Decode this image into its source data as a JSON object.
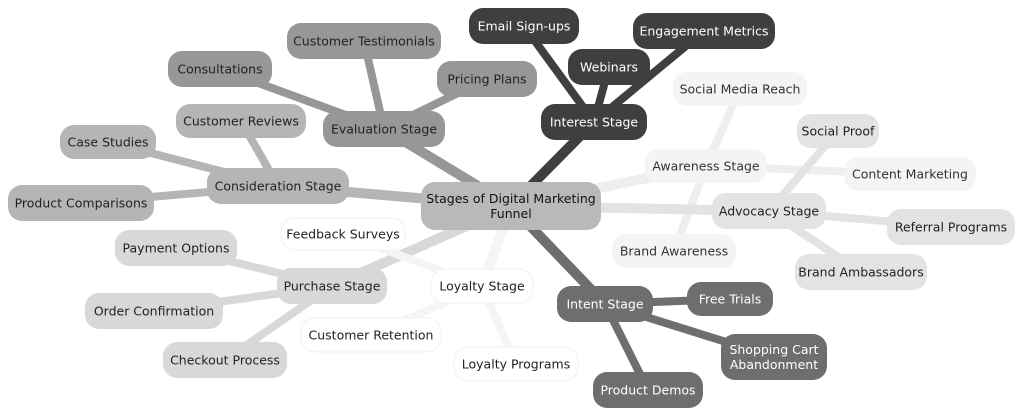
{
  "root": {
    "lines": [
      "Stages of Digital Marketing",
      "Funnel"
    ]
  },
  "branches": [
    {
      "key": "awareness",
      "label": "Awareness Stage",
      "fill": "#f4f4f4",
      "text_color": "#333333",
      "link_color": "#eeeeee",
      "children": [
        {
          "label": "Social Media Reach"
        },
        {
          "label": "Content Marketing"
        },
        {
          "label": "Brand Awareness"
        }
      ]
    },
    {
      "key": "interest",
      "label": "Interest Stage",
      "fill": "#3f3f3f",
      "text_color": "#ffffff",
      "link_color": "#3f3f3f",
      "children": [
        {
          "label": "Email Sign-ups"
        },
        {
          "label": "Webinars"
        },
        {
          "label": "Engagement Metrics"
        }
      ]
    },
    {
      "key": "consideration",
      "label": "Consideration Stage",
      "fill": "#b5b5b5",
      "text_color": "#222222",
      "link_color": "#b5b5b5",
      "children": [
        {
          "label": "Case Studies"
        },
        {
          "label": "Customer Reviews"
        },
        {
          "label": "Product Comparisons"
        }
      ]
    },
    {
      "key": "evaluation",
      "label": "Evaluation Stage",
      "fill": "#979797",
      "text_color": "#222222",
      "link_color": "#979797",
      "children": [
        {
          "label": "Customer Testimonials"
        },
        {
          "label": "Consultations"
        },
        {
          "label": "Pricing Plans"
        }
      ]
    },
    {
      "key": "intent",
      "label": "Intent Stage",
      "fill": "#6e6e6e",
      "text_color": "#ffffff",
      "link_color": "#6e6e6e",
      "children": [
        {
          "label": "Free Trials"
        },
        {
          "label": "Shopping Cart Abandonment"
        },
        {
          "label": "Product Demos"
        }
      ]
    },
    {
      "key": "purchase",
      "label": "Purchase Stage",
      "fill": "#d8d8d8",
      "text_color": "#222222",
      "link_color": "#d8d8d8",
      "children": [
        {
          "label": "Payment Options"
        },
        {
          "label": "Order Confirmation"
        },
        {
          "label": "Checkout Process"
        }
      ]
    },
    {
      "key": "loyalty",
      "label": "Loyalty Stage",
      "fill": "#ffffff",
      "text_color": "#222222",
      "link_color": "#f5f5f5",
      "children": [
        {
          "label": "Feedback Surveys"
        },
        {
          "label": "Customer Retention"
        },
        {
          "label": "Loyalty Programs"
        }
      ]
    },
    {
      "key": "advocacy",
      "label": "Advocacy Stage",
      "fill": "#e3e3e3",
      "text_color": "#222222",
      "link_color": "#e3e3e3",
      "children": [
        {
          "label": "Social Proof"
        },
        {
          "label": "Referral Programs"
        },
        {
          "label": "Brand Ambassadors"
        }
      ]
    }
  ],
  "root_style": {
    "fill": "#b9b9b9",
    "text_color": "#111111"
  }
}
